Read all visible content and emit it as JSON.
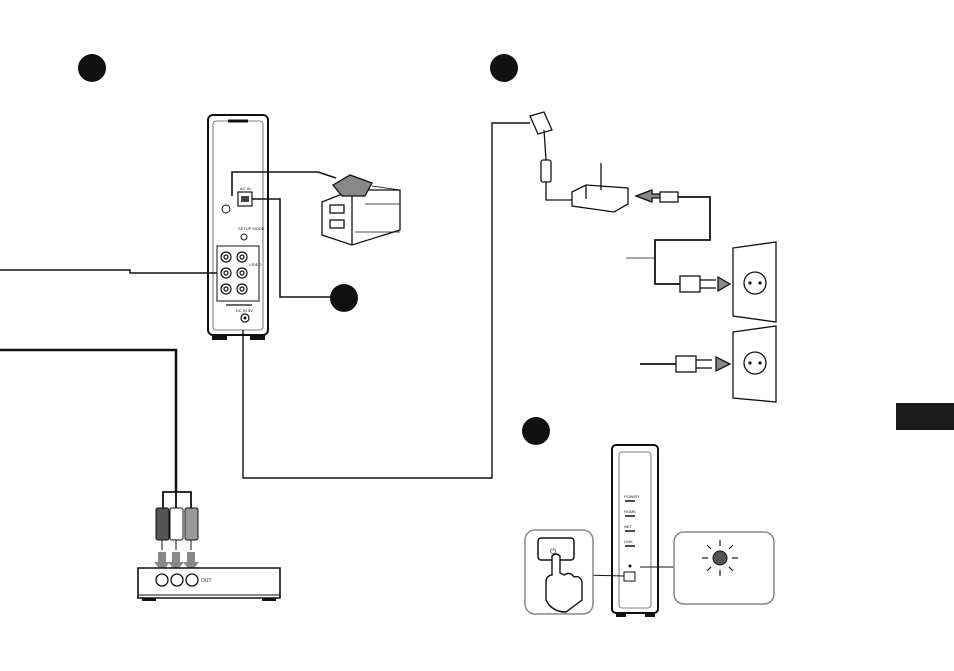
{
  "device": {
    "port_ac_in": "AC IN",
    "port_video": "VIDEO",
    "port_dc_in": "DC IN 5V",
    "port_setup_mode": "SETUP MODE"
  },
  "source": {
    "out_label": "OUT"
  },
  "front": {
    "ind_power": "POWER",
    "ind_home": "HOME",
    "ind_net": "NET",
    "ind_link": "LINK"
  },
  "power_symbol": "⏻"
}
